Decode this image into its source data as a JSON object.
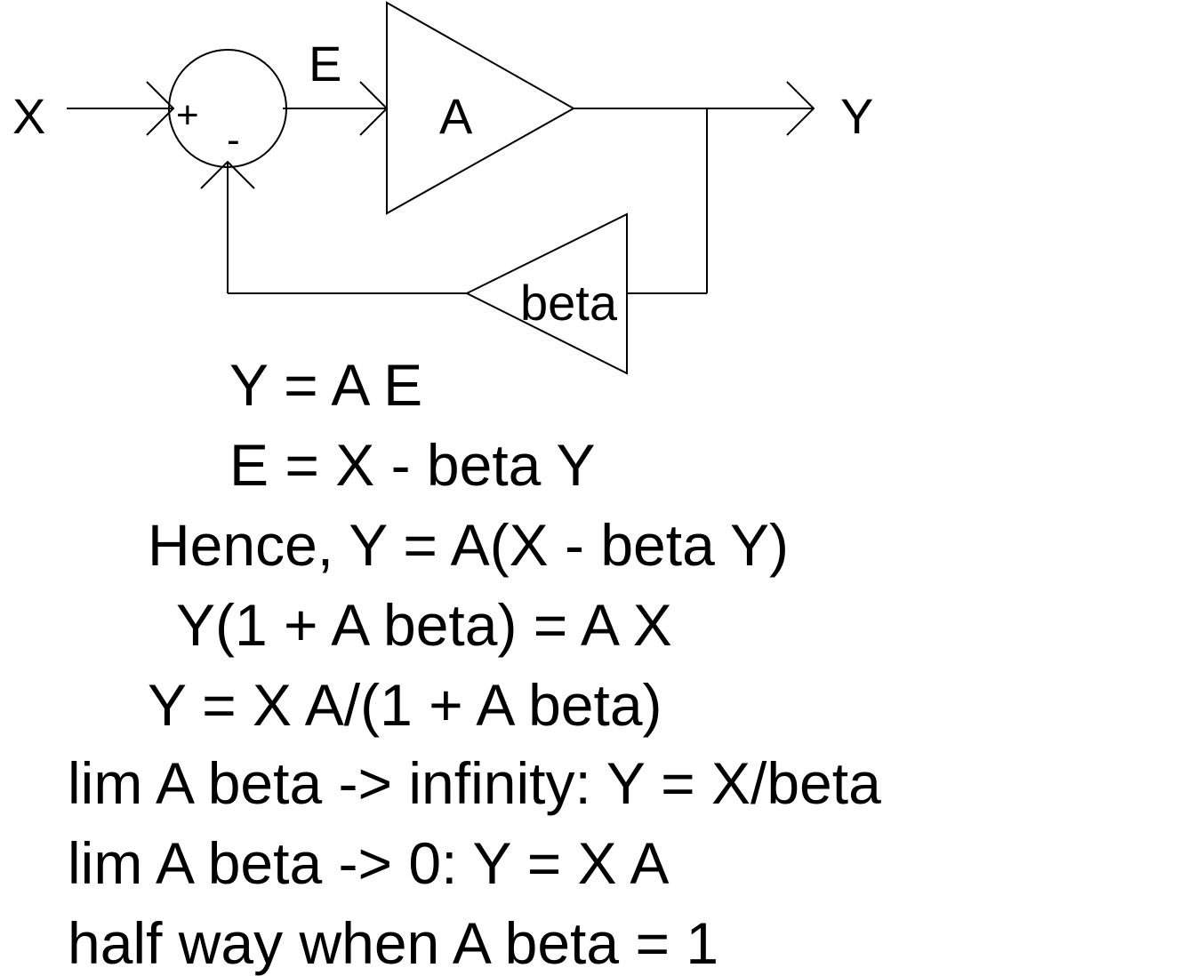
{
  "diagram": {
    "input_label": "X",
    "output_label": "Y",
    "error_label": "E",
    "amplifier_label": "A",
    "feedback_label": "beta",
    "plus_sign": "+",
    "minus_sign": "-"
  },
  "equations": [
    "Y = A E",
    "E = X - beta Y",
    "Hence, Y = A(X - beta Y)",
    "Y(1 + A beta) = A X",
    "Y = X A/(1 + A beta)",
    "lim A beta -> infinity: Y = X/beta",
    "lim A beta -> 0: Y = X A",
    "half way when A beta = 1"
  ]
}
